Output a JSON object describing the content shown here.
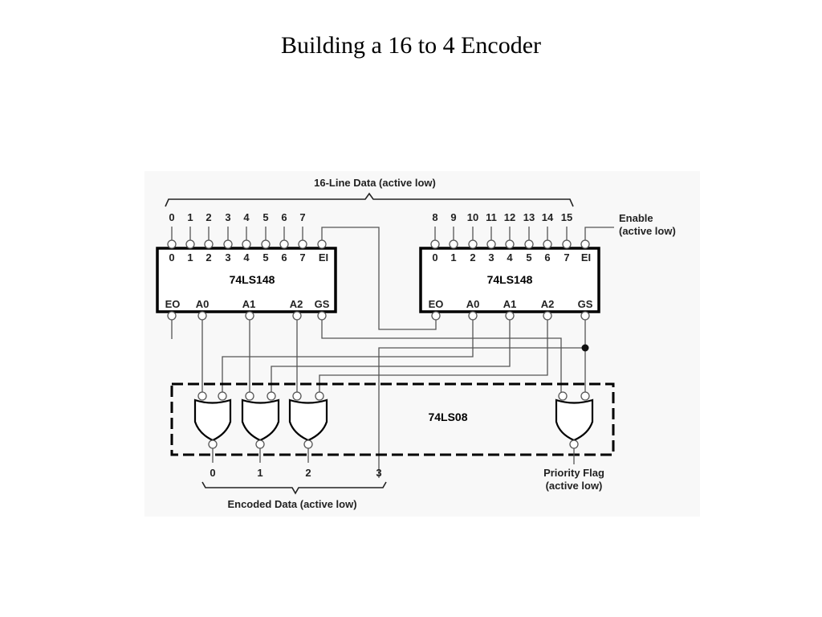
{
  "title": "Building a 16 to 4 Encoder",
  "diagram": {
    "top_bus_label": "16-Line Data (active low)",
    "enable_label_line1": "Enable",
    "enable_label_line2": "(active low)",
    "chip_left": {
      "name": "74LS148",
      "external_inputs": [
        "0",
        "1",
        "2",
        "3",
        "4",
        "5",
        "6",
        "7"
      ],
      "input_pins": [
        "0",
        "1",
        "2",
        "3",
        "4",
        "5",
        "6",
        "7",
        "EI"
      ],
      "output_pins": [
        "EO",
        "A0",
        "A1",
        "A2",
        "GS"
      ]
    },
    "chip_right": {
      "name": "74LS148",
      "external_inputs": [
        "8",
        "9",
        "10",
        "11",
        "12",
        "13",
        "14",
        "15"
      ],
      "input_pins": [
        "0",
        "1",
        "2",
        "3",
        "4",
        "5",
        "6",
        "7",
        "EI"
      ],
      "output_pins": [
        "EO",
        "A0",
        "A1",
        "A2",
        "GS"
      ]
    },
    "gate_chip": {
      "name": "74LS08"
    },
    "outputs": [
      "0",
      "1",
      "2",
      "3"
    ],
    "bottom_bus_label": "Encoded Data (active low)",
    "priority_label_line1": "Priority Flag",
    "priority_label_line2": "(active low)"
  }
}
